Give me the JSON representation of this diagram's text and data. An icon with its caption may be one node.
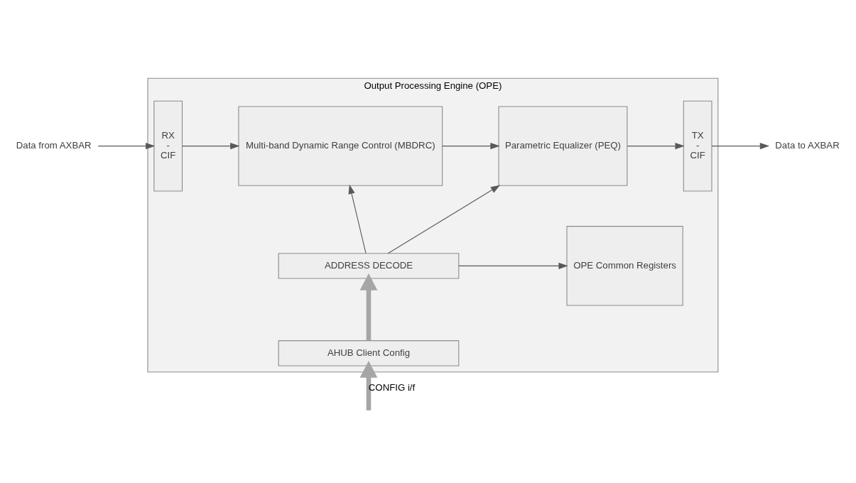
{
  "diagram": {
    "nodes": [
      {
        "text": [
          "Output Processing Engine (OPE)"
        ]
      },
      {
        "text": [
          "RX - CIF"
        ],
        "in": 0
      },
      {
        "text": [
          "Multi-band Dynamic Range Control (MBDRC)"
        ],
        "in": 0
      },
      {
        "text": [
          "Parametric Equalizer (PEQ)"
        ],
        "in": 0
      },
      {
        "text": [
          "TX - CIF"
        ],
        "in": 0
      },
      {
        "text": [
          "ADDRESS DECODE"
        ],
        "in": 0
      },
      {
        "text": [
          "OPE Common Registers"
        ],
        "in": 0
      },
      {
        "text": [
          "AHUB Client Config"
        ],
        "in": 0
      },
      {
        "text": [
          "Data from AXBAR"
        ]
      },
      {
        "text": [
          "Data to AXBAR"
        ]
      }
    ],
    "edges": [
      {
        "from": 8,
        "to": 1,
        "arrow": "to"
      },
      {
        "from": 1,
        "to": 2,
        "arrow": "to"
      },
      {
        "from": 2,
        "to": 3,
        "arrow": "to"
      },
      {
        "from": 3,
        "to": 4,
        "arrow": "to"
      },
      {
        "from": 4,
        "to": 9,
        "arrow": "to"
      },
      {
        "from": 5,
        "to": 2,
        "arrow": "to"
      },
      {
        "from": 5,
        "to": 3,
        "arrow": "to"
      },
      {
        "from": 5,
        "to": 6,
        "arrow": "to"
      },
      {
        "from": 7,
        "to": 5,
        "arrow": "to",
        "style": "thick"
      },
      {
        "from": null,
        "to": 7,
        "arrow": "to",
        "label": "CONFIG i/f",
        "style": "thick"
      }
    ]
  }
}
